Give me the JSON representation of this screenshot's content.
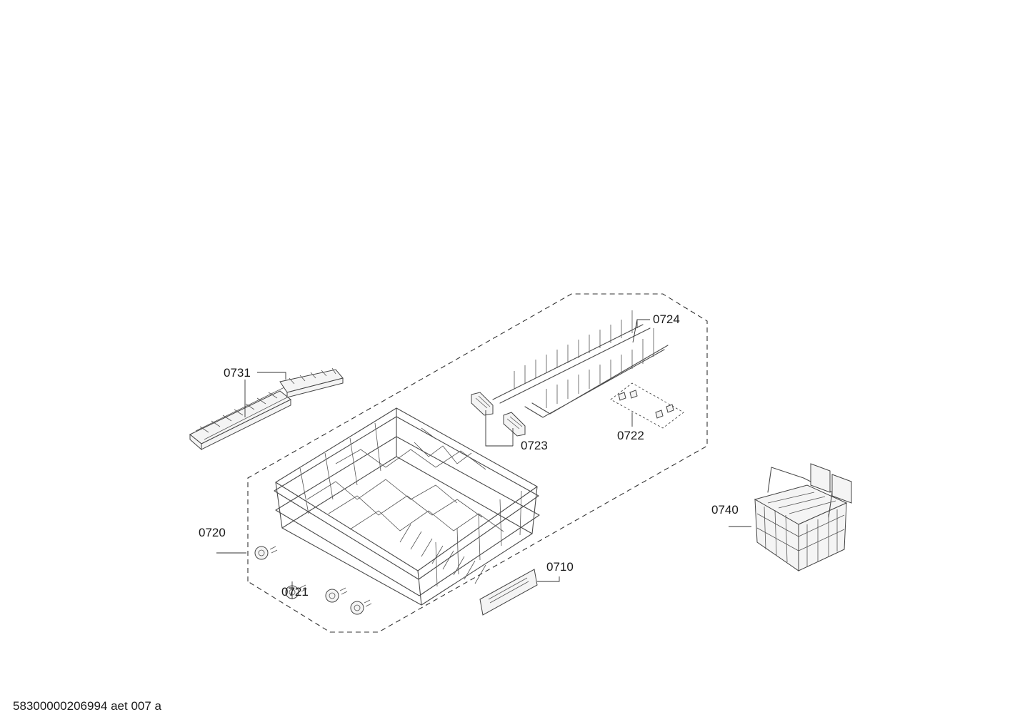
{
  "diagram": {
    "labels": {
      "p0710": "0710",
      "p0720": "0720",
      "p0721": "0721",
      "p0722": "0722",
      "p0723": "0723",
      "p0724": "0724",
      "p0731": "0731",
      "p0740": "0740"
    },
    "footer": "58300000206994 aet 007 a"
  }
}
